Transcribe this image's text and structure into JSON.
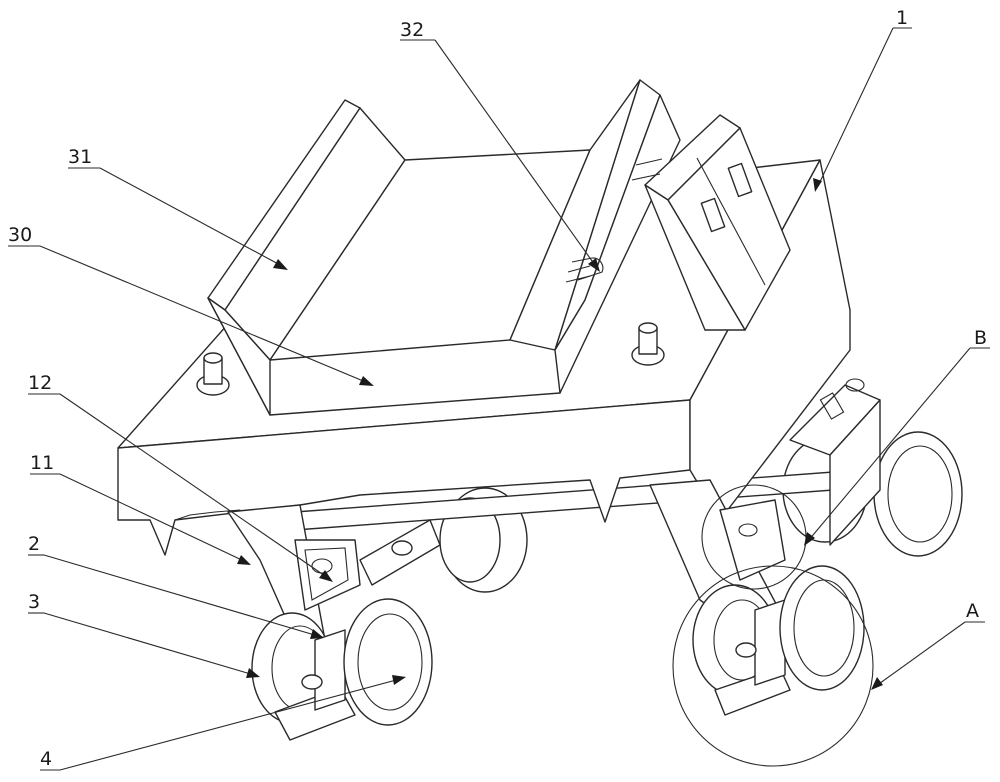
{
  "labels": {
    "l1": "1",
    "l2": "2",
    "l3": "3",
    "l4": "4",
    "l11": "11",
    "l12": "12",
    "l30": "30",
    "l31": "31",
    "l32": "32",
    "lA": "A",
    "lB": "B"
  }
}
